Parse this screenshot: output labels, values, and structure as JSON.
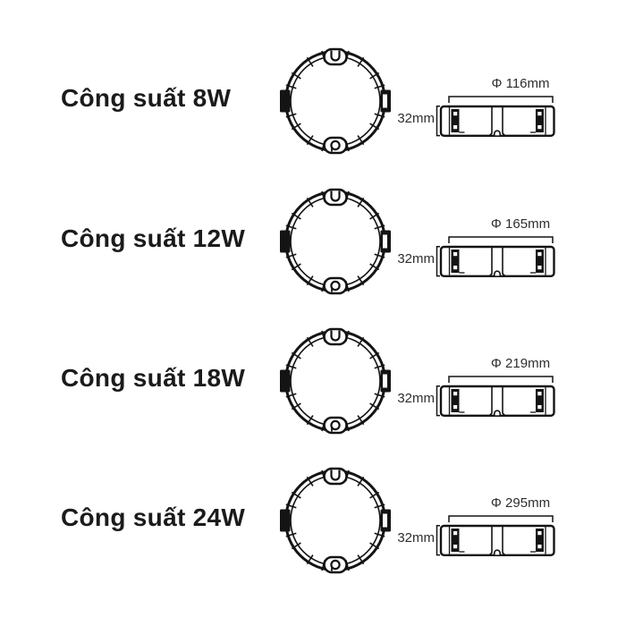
{
  "page": {
    "background_color": "#ffffff",
    "ink_color": "#1a1a1a",
    "dimension_text_color": "#2e2e2e"
  },
  "rows": [
    {
      "label": "Công suất 8W",
      "diameter_label": "Φ 116mm",
      "height_label": "32mm"
    },
    {
      "label": "Công suất 12W",
      "diameter_label": "Φ 165mm",
      "height_label": "32mm"
    },
    {
      "label": "Công suất 18W",
      "diameter_label": "Φ 219mm",
      "height_label": "32mm"
    },
    {
      "label": "Công suất 24W",
      "diameter_label": "Φ 295mm",
      "height_label": "32mm"
    }
  ]
}
